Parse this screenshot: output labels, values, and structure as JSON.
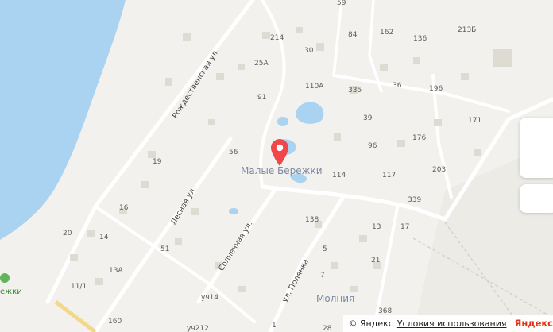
{
  "map": {
    "title": "Малые Бережки",
    "location_label": "Малые Бережки",
    "secondary_place": "Молния",
    "left_place": "ежки",
    "accent_marker_color": "#f0474b",
    "water_color": "#a9d3f0",
    "streets": {
      "rozhdestvenskaya": "Рождественская ул.",
      "lesnaya": "Лесная ул.",
      "solnechnaya": "Солнечная ул.",
      "polyanka": "ул. Полянка"
    },
    "house_numbers": {
      "n214": "214",
      "n84": "84",
      "n162": "162",
      "n136": "136",
      "n213b": "213Б",
      "n30": "30",
      "n25a": "25А",
      "n110a": "110А",
      "n335": "335",
      "n36": "36",
      "n196": "196",
      "n91": "91",
      "n39": "39",
      "n171": "171",
      "n176": "176",
      "n56": "56",
      "n96": "96",
      "n19": "19",
      "n203": "203",
      "n114": "114",
      "n117": "117",
      "n339": "339",
      "n16": "16",
      "n138": "138",
      "n13": "13",
      "n17": "17",
      "n20": "20",
      "n14": "14",
      "n51": "51",
      "n5": "5",
      "n21": "21",
      "n13a": "13А",
      "n7": "7",
      "n11_1": "11/1",
      "uch14": "уч14",
      "n368": "368",
      "n160": "160",
      "uch212": "уч212",
      "n28": "28",
      "n1": "1",
      "n59": "59"
    },
    "attribution": {
      "copyright": "© Яндекс",
      "terms_link": "Условия использования",
      "logo": "Яндекс"
    }
  }
}
